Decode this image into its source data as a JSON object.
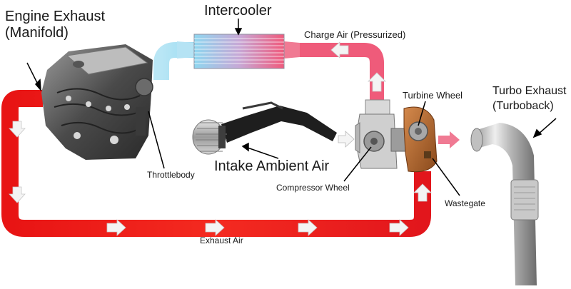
{
  "labels": {
    "engine_exhaust_line1": "Engine Exhaust",
    "engine_exhaust_line2": "(Manifold)",
    "intercooler": "Intercooler",
    "charge_air": "Charge Air (Pressurized)",
    "turbine_wheel": "Turbine Wheel",
    "turbo_exhaust_line1": "Turbo Exhaust",
    "turbo_exhaust_line2": "(Turboback)",
    "throttlebody": "Throttlebody",
    "intake_ambient_air": "Intake Ambient Air",
    "compressor_wheel": "Compressor Wheel",
    "wastegate": "Wastegate",
    "exhaust_air": "Exhaust Air"
  },
  "colors": {
    "exhaust": "#f01c1c",
    "charge": "#ef5b7a",
    "cool": "#a9dff0",
    "intake": "#c9c9c9"
  }
}
